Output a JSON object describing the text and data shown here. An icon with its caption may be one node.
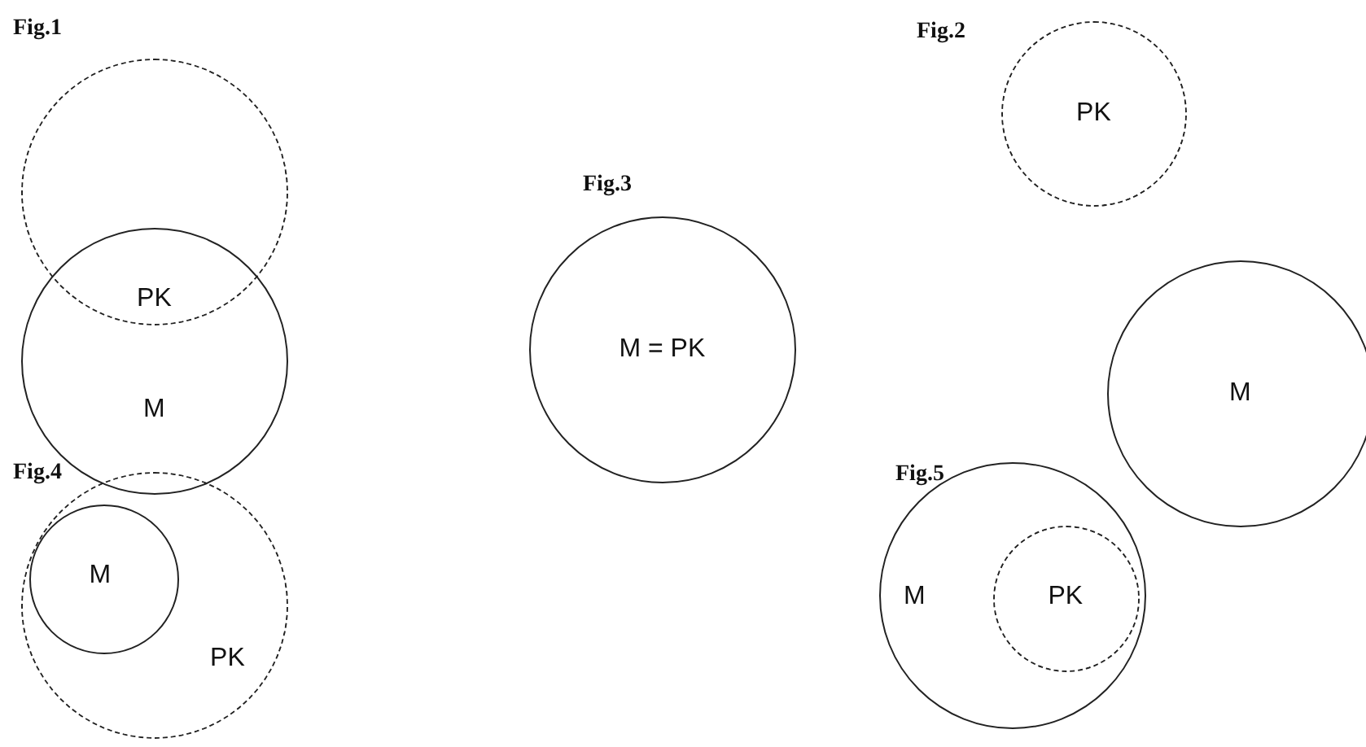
{
  "diagram": {
    "nodes": [
      {
        "text": [
          "PK"
        ]
      },
      {
        "text": [
          "M"
        ]
      },
      {
        "text": [
          "PK"
        ]
      },
      {
        "text": [
          "M = PK"
        ]
      },
      {
        "text": [
          "M"
        ]
      },
      {
        "text": [
          "PK"
        ]
      },
      {
        "text": [
          "M"
        ],
        "in": 5
      },
      {
        "text": [
          "M"
        ]
      },
      {
        "text": [
          "PK"
        ],
        "in": 7
      }
    ],
    "labels": [
      "Fig.1",
      "Fig.2",
      "Fig.3",
      "Fig.4",
      "Fig.5"
    ]
  }
}
